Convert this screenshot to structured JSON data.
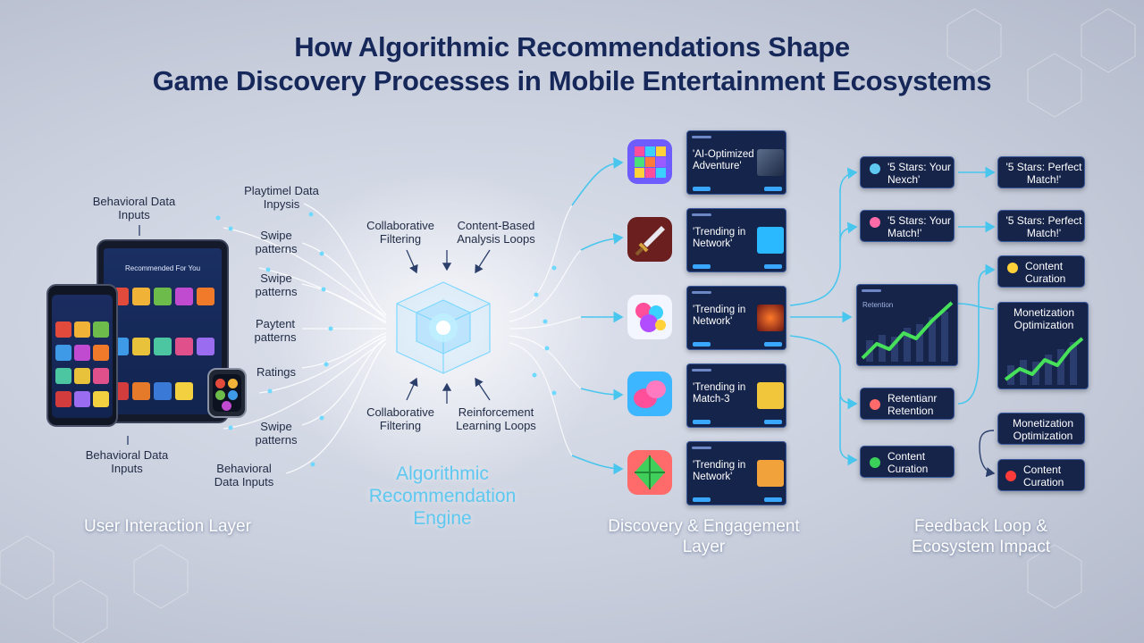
{
  "title": {
    "line1": "How Algorithmic Recommendations Shape",
    "line2": "Game Discovery Processes in Mobile Entertainment Ecosystems"
  },
  "user_layer": {
    "title": "User Interaction Layer",
    "behavioral_top": "Behavioral Data Inputs",
    "behavioral_bottom": "Behavioral Data Inputs",
    "tablet_heading": "Recommended For You",
    "inputs": [
      "Playtimel Data Inpysis",
      "Swipe patterns",
      "Swipe patterns",
      "Paytent patterns",
      "Ratings",
      "Swipe patterns",
      "Behavioral Data Inputs"
    ]
  },
  "engine": {
    "title": "Algorithmic Recommendation Engine",
    "labels": [
      "Collaborative Filtering",
      "Content-Based Analysis Loops",
      "Collaborative Filtering",
      "Reinforcement Learning Loops"
    ]
  },
  "discovery": {
    "title": "Discovery & Engagement Layer",
    "cards": [
      {
        "text": "'AI-Optimized Adventure'"
      },
      {
        "text": "'Trending in Network'"
      },
      {
        "text": "'Trending in Network'"
      },
      {
        "text": "'Trending in Match-3"
      },
      {
        "text": "'Trending in Network'"
      }
    ]
  },
  "feedback": {
    "title": "Feedback Loop & Ecosystem Impact",
    "col1": [
      "'5 Stars: Your Nexch'",
      "'5 Stars: Your Match!'",
      "Retentianr Retention",
      "Content Curation"
    ],
    "col2": [
      "'5 Stars: Perfect Match!'",
      "'5 Stars: Perfect Match!'",
      "Content Curation",
      "Monetization Optimization",
      "Monetization Optimization",
      "Content Curation"
    ],
    "chart1_label": "Retention"
  },
  "colors": {
    "accent": "#3ec7f5",
    "node": "#16244a",
    "title": "#16285a"
  }
}
